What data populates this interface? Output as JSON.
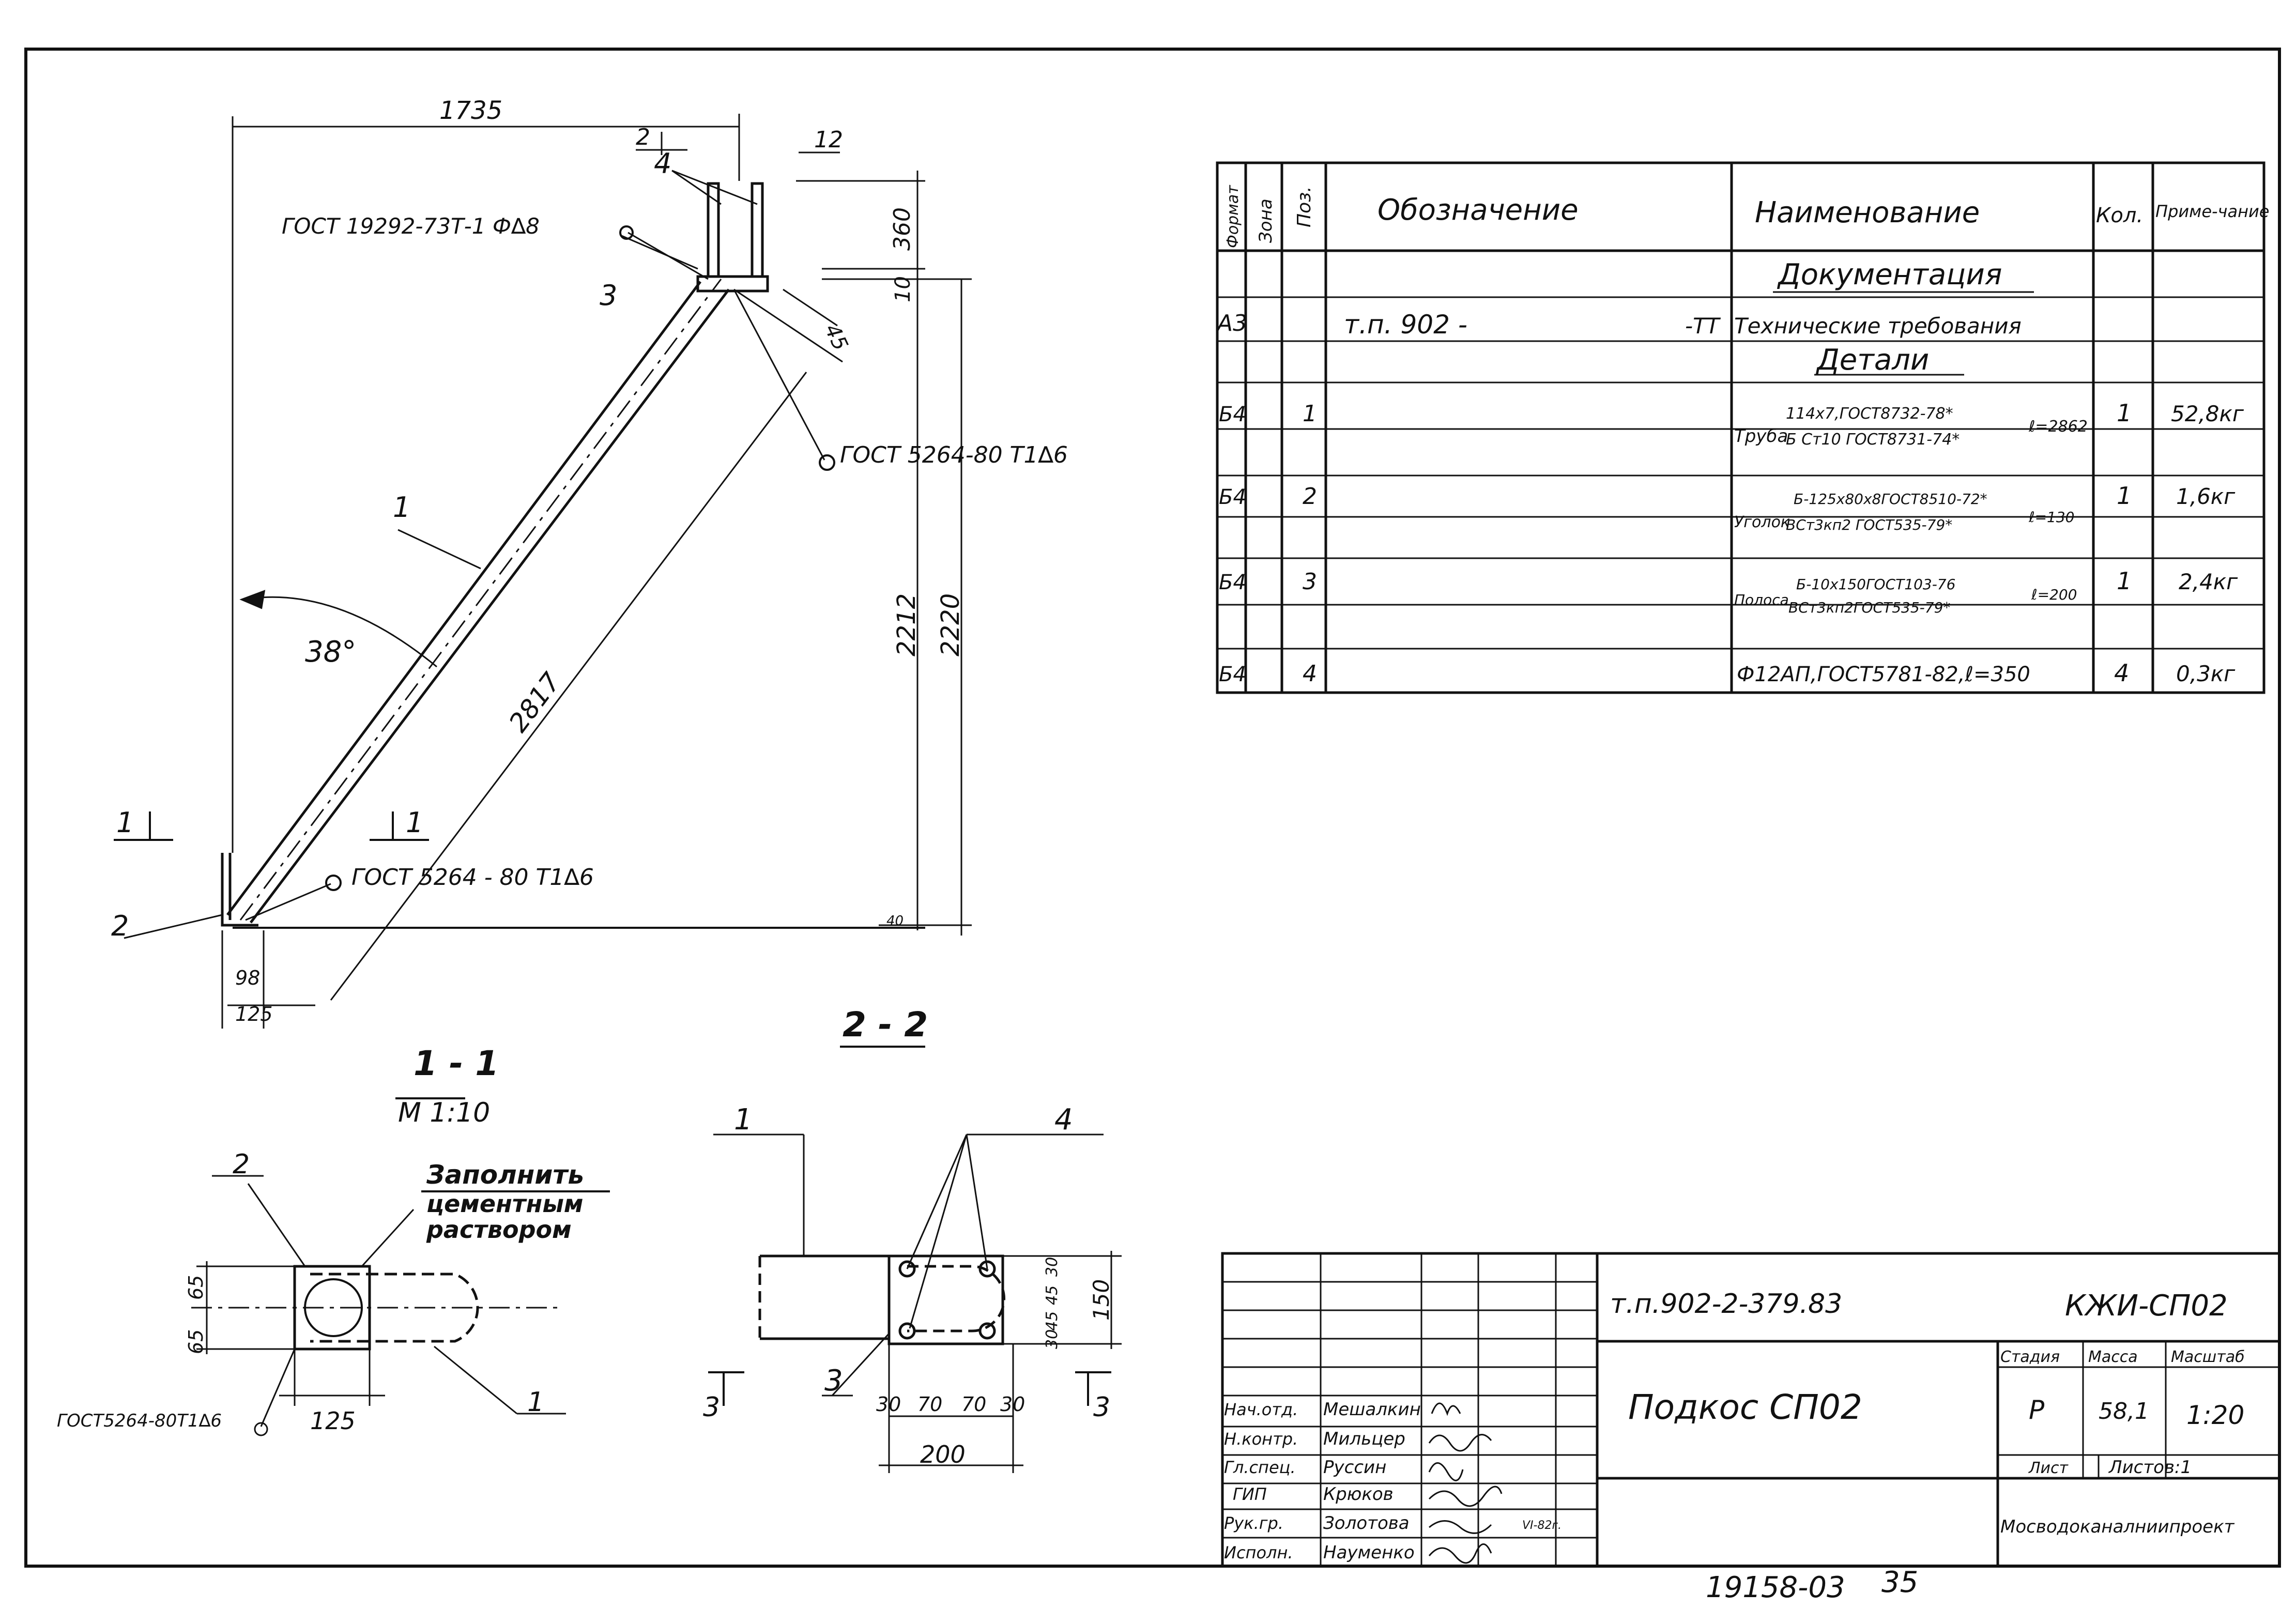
{
  "drawing": {
    "dims": {
      "horizontal": "1735",
      "gap_top": "2",
      "top_12": "12",
      "height_360": "360",
      "height_10": "10",
      "height_2212": "2212",
      "height_2220": "2220",
      "diag_45": "45",
      "diag_2817": "2817",
      "angle": "38°",
      "base_98": "98",
      "base_125": "125",
      "small_40": "40"
    },
    "callouts": {
      "weld_top": "ГОСТ 19292-73Т-1 Ф∆8",
      "weld_right": "ГОСТ  5264-80 Т1∆6",
      "weld_bottom": "ГОСТ 5264 - 80 Т1∆6",
      "pos1": "1",
      "pos2": "2",
      "pos3": "3",
      "pos4": "4"
    },
    "section_marks": {
      "left_1": "1",
      "right_1": "1"
    }
  },
  "section_1_1": {
    "title": "1 - 1",
    "scale": "М 1:10",
    "pos2": "2",
    "pos1": "1",
    "note_line1": "Заполнить",
    "note_line2": "цементным",
    "note_line3": "раствором",
    "dim_65a": "65",
    "dim_65b": "65",
    "dim_125": "125",
    "weld": "ГОСТ5264-80Т1∆6"
  },
  "section_2_2": {
    "title": "2 - 2",
    "pos1": "1",
    "pos4": "4",
    "pos3": "3",
    "dim_30a": "30",
    "dim_70a": "70",
    "dim_70b": "70",
    "dim_30b": "30",
    "dim_200": "200",
    "dim_150": "150",
    "dim_v1": "30",
    "dim_v2": "45",
    "dim_v3": "45",
    "dim_v4": "30",
    "cut_left": "3",
    "cut_right": "3"
  },
  "spec_table": {
    "headers": {
      "format": "Формат",
      "zone": "Зона",
      "pos": "Поз.",
      "designation": "Обозначение",
      "name": "Наименование",
      "qty": "Кол.",
      "note": "Приме-чание"
    },
    "section_docs": "Документация",
    "doc_row": {
      "format": "А3",
      "designation": "т.п. 902 -",
      "designation_suffix": "-ТТ",
      "name": "Технические требования"
    },
    "section_parts": "Детали",
    "rows": [
      {
        "format": "Б4",
        "pos": "1",
        "name_main": "Труба",
        "name_top": "114х7,ГОСТ8732-78*",
        "name_bottom": "Б Ст10  ГОСТ8731-74*",
        "name_len": "ℓ=2862",
        "qty": "1",
        "note": "52,8кг"
      },
      {
        "format": "Б4",
        "pos": "2",
        "name_main": "Уголок",
        "name_top": "Б-125х80х8ГОСТ8510-72*",
        "name_bottom": "ВСт3кп2 ГОСТ535-79*",
        "name_len": "ℓ=130",
        "qty": "1",
        "note": "1,6кг"
      },
      {
        "format": "Б4",
        "pos": "3",
        "name_main": "Полоса",
        "name_top": "Б-10х150ГОСТ103-76",
        "name_bottom": "ВСт3кп2ГОСТ535-79*",
        "name_len": "ℓ=200",
        "qty": "1",
        "note": "2,4кг"
      },
      {
        "format": "Б4",
        "pos": "4",
        "name_main": "Ф12АП,ГОСТ5781-82,ℓ=350",
        "qty": "4",
        "note": "0,3кг"
      }
    ]
  },
  "title_block": {
    "code": "т.п.902-2-379.83",
    "sheet_code": "КЖИ-СП02",
    "title": "Подкос  СП02",
    "stage_label": "Стадия",
    "mass_label": "Масса",
    "scale_label": "Масштаб",
    "stage": "Р",
    "mass": "58,1",
    "scale": "1:20",
    "sheet_label": "Лист",
    "sheets_label": "Листов:1",
    "org": "Мосводоканалниипроект",
    "people": [
      {
        "role": "Нач.отд.",
        "name": "Мешалкин"
      },
      {
        "role": "Н.контр.",
        "name": "Мильцер"
      },
      {
        "role": "Гл.спец.",
        "name": "Руссин"
      },
      {
        "role": "ГИП",
        "name": "Крюков"
      },
      {
        "role": "Рук.гр.",
        "name": "Золотова",
        "date": "VI-82г."
      },
      {
        "role": "Исполн.",
        "name": "Науменко"
      }
    ]
  },
  "footer": {
    "inventory": "19158-03",
    "page": "35"
  }
}
